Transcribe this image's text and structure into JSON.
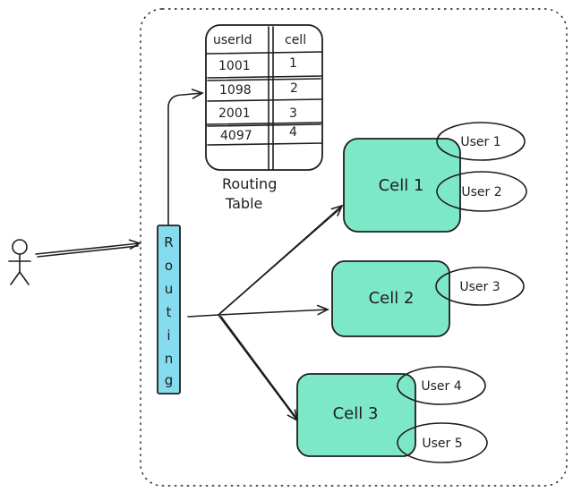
{
  "routing_table": {
    "headers": [
      "userId",
      "cell"
    ],
    "rows": [
      {
        "user_id": "1001",
        "cell": "1"
      },
      {
        "user_id": "1098",
        "cell": "2"
      },
      {
        "user_id": "2001",
        "cell": "3"
      },
      {
        "user_id": "4097",
        "cell": "4"
      }
    ],
    "caption_line1": "Routing",
    "caption_line2": "Table"
  },
  "router": {
    "letters": [
      "R",
      "o",
      "u",
      "t",
      "i",
      "n",
      "g"
    ]
  },
  "cells": [
    {
      "label": "Cell 1",
      "users": [
        "User 1",
        "User 2"
      ]
    },
    {
      "label": "Cell 2",
      "users": [
        "User 3"
      ]
    },
    {
      "label": "Cell 3",
      "users": [
        "User 4",
        "User 5"
      ]
    }
  ],
  "colors": {
    "cell_fill": "#7de8c8",
    "router_fill": "#86dcef",
    "stroke": "#1e1e1e"
  },
  "icons": {
    "client": "stick-figure-icon"
  }
}
